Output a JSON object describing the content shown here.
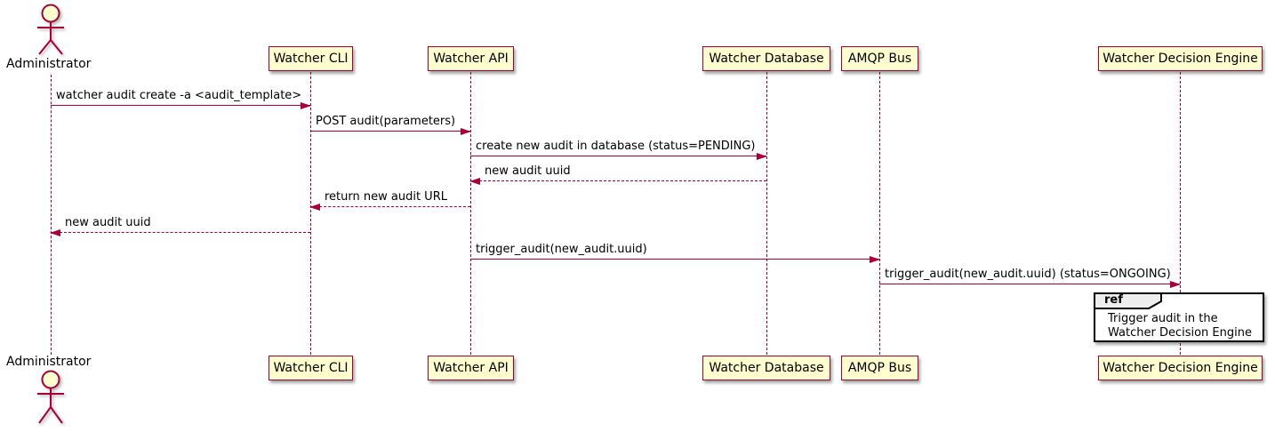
{
  "actor": {
    "name": "Administrator"
  },
  "participants": [
    {
      "id": "watcher-cli",
      "label": "Watcher CLI"
    },
    {
      "id": "watcher-api",
      "label": "Watcher API"
    },
    {
      "id": "watcher-database",
      "label": "Watcher Database"
    },
    {
      "id": "amqp-bus",
      "label": "AMQP Bus"
    },
    {
      "id": "watcher-decision-engine",
      "label": "Watcher Decision Engine"
    }
  ],
  "messages": [
    {
      "text": "watcher audit create -a <audit_template>",
      "from": "Administrator",
      "to": "Watcher CLI",
      "style": "solid"
    },
    {
      "text": "POST audit(parameters)",
      "from": "Watcher CLI",
      "to": "Watcher API",
      "style": "solid"
    },
    {
      "text": "create new audit in database (status=PENDING)",
      "from": "Watcher API",
      "to": "Watcher Database",
      "style": "solid"
    },
    {
      "text": "new audit uuid",
      "from": "Watcher Database",
      "to": "Watcher API",
      "style": "dashed"
    },
    {
      "text": "return new audit URL",
      "from": "Watcher API",
      "to": "Watcher CLI",
      "style": "dashed"
    },
    {
      "text": "new audit uuid",
      "from": "Watcher CLI",
      "to": "Administrator",
      "style": "dashed"
    },
    {
      "text": "trigger_audit(new_audit.uuid)",
      "from": "Watcher API",
      "to": "AMQP Bus",
      "style": "solid"
    },
    {
      "text": "trigger_audit(new_audit.uuid) (status=ONGOING)",
      "from": "AMQP Bus",
      "to": "Watcher Decision Engine",
      "style": "solid"
    }
  ],
  "ref": {
    "keyword": "ref",
    "line1": "Trigger audit in the",
    "line2": "Watcher Decision Engine"
  },
  "colors": {
    "accent": "#A80036",
    "participant_fill": "#FEFECE",
    "ref_tab_fill": "#EEEEEE",
    "ref_border": "#000000",
    "text": "#000000"
  }
}
